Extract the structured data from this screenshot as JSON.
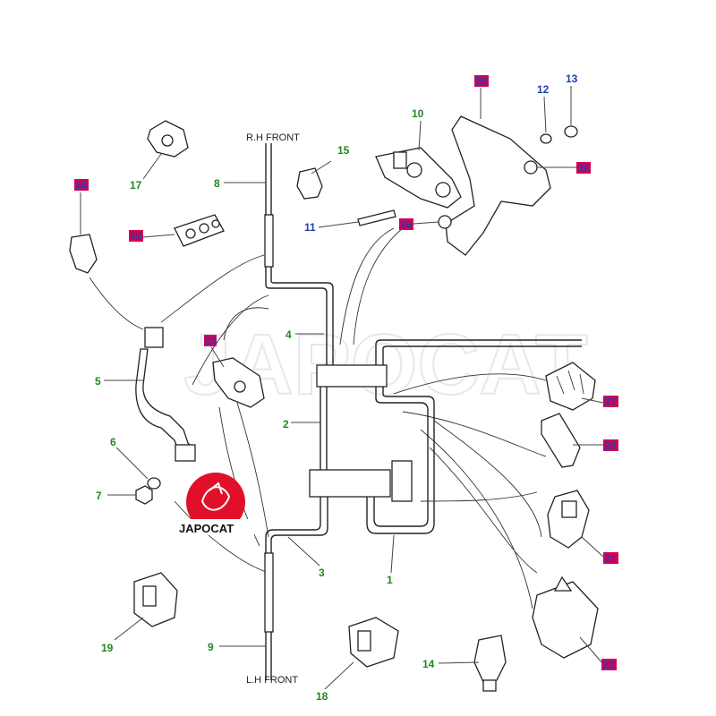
{
  "captions": {
    "rh_front": "R.H FRONT",
    "lh_front": "L.H FRONT"
  },
  "watermark": {
    "text": "JAPOCAT"
  },
  "logo": {
    "text": "JAPOCAT"
  },
  "callouts": {
    "c1": "1",
    "c2": "2",
    "c3": "3",
    "c4": "4",
    "c5": "5",
    "c6": "6",
    "c7": "7",
    "c8": "8",
    "c9": "9",
    "c10": "10",
    "c11": "11",
    "c12": "12",
    "c13": "13",
    "c14": "14",
    "c15": "15",
    "c16": "16",
    "c17": "17",
    "c18": "18",
    "c19": "19",
    "c20": "20",
    "c21": "21",
    "c22": "22",
    "c23": "23",
    "c24": "24",
    "c25": "25",
    "c26a": "26",
    "c26b": "26",
    "c27": "27"
  },
  "colors": {
    "green_label": "#1f8a1f",
    "blue_label": "#1f3fb4",
    "highlight_box": "#d6004f",
    "logo_red": "#e0102a"
  }
}
